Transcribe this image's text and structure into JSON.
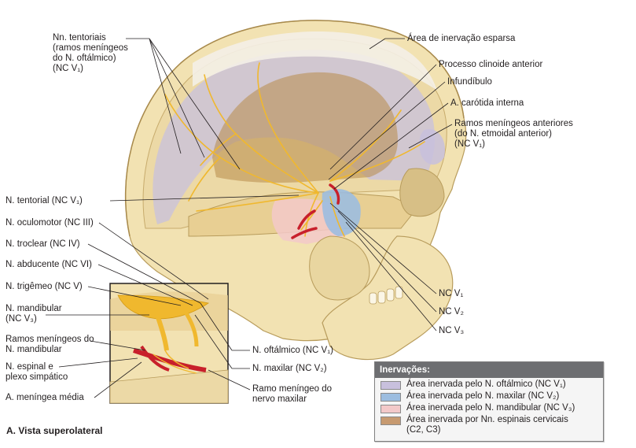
{
  "labels": {
    "tentoriais": [
      "Nn. tentoriais",
      "(ramos meníngeos",
      "do N. oftálmico)",
      "(NC V₁)"
    ],
    "area_esparsa": "Área de inervação esparsa",
    "clinoide": "Processo clinoide anterior",
    "infundibulo": "Infundíbulo",
    "carotida": "A. carótida interna",
    "etmoidal": [
      "Ramos meníngeos anteriores",
      "(do N. etmoidal anterior)",
      "(NC V₁)"
    ],
    "tentorial": "N. tentorial (NC V₁)",
    "oculomotor": "N. oculomotor (NC III)",
    "troclear": "N. troclear (NC IV)",
    "abducente": "N. abducente (NC VI)",
    "trigemeo": "N. trigêmeo (NC V)",
    "mandibular": [
      "N. mandibular",
      "(NC V₃)"
    ],
    "ramos_mandibular": [
      "Ramos meníngeos do",
      "N. mandibular"
    ],
    "espinal": [
      "N. espinal e",
      "plexo simpático"
    ],
    "meningea_media": "A. meníngea média",
    "oftalmico": "N. oftálmico (NC V₁)",
    "maxilar": "N. maxilar (NC V₂)",
    "ramo_maxilar": [
      "Ramo meníngeo do",
      "nervo maxilar"
    ],
    "nc_v1": "NC V₁",
    "nc_v2": "NC V₂",
    "nc_v3": "NC V₃"
  },
  "caption": "A. Vista superolateral",
  "legend": {
    "title": "Inervações:",
    "items": [
      {
        "text": "Área inervada pelo N. oftálmico (NC V₁)",
        "color": "#c8c0dd"
      },
      {
        "text": "Área inervada pelo N. maxilar (NC V₂)",
        "color": "#9cbde0"
      },
      {
        "text": "Área inervada pelo N. mandibular (NC V₃)",
        "color": "#f3c9c9"
      },
      {
        "text": "Área inervada por Nn. espinais cervicais",
        "text2": "(C2, C3)",
        "color": "#c79a70"
      }
    ]
  },
  "colors": {
    "bone": "#f2e2b2",
    "bone_dark": "#d9bf84",
    "nerve": "#f0b82e",
    "artery": "#c8202b",
    "v1_area": "#c8c0dd",
    "v2_area": "#9cbde0",
    "v3_area": "#f3c9c9",
    "cervical_area": "#c79a70"
  }
}
